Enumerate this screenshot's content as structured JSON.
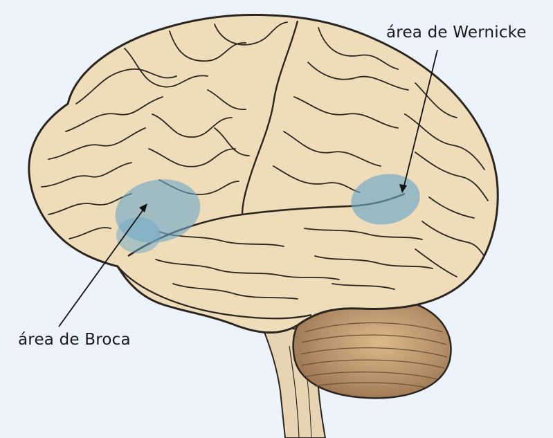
{
  "labels": {
    "wernicke": "área de Wernicke",
    "broca": "área de Broca"
  },
  "colors": {
    "background": "#ecf3fb",
    "brain_fill": "#efdcb9",
    "brain_outline": "#2a2520",
    "region_highlight": "#6aa7c8",
    "cerebellum": "#b8926a",
    "brainstem": "#e6d4b3"
  },
  "regions": [
    {
      "name": "area-de-broca",
      "label_key": "broca"
    },
    {
      "name": "area-de-wernicke",
      "label_key": "wernicke"
    }
  ]
}
